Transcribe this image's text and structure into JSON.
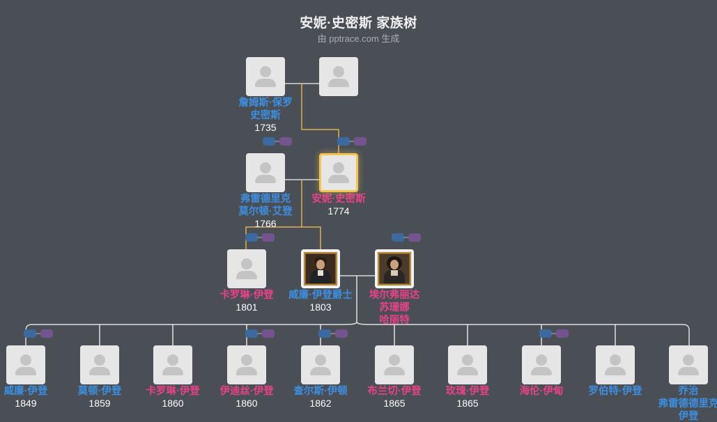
{
  "header": {
    "title": "安妮·史密斯 家族树",
    "subtitle": "由 pptrace.com 生成"
  },
  "colors": {
    "background": "#4a4e55",
    "male": "#3d8fe0",
    "female": "#e8428a",
    "link": "#e0b055",
    "child_link": "#d8d8d8",
    "selected_border": "#f3c54d"
  },
  "people": [
    {
      "id": "paternal-grandfather",
      "lines": [
        "詹姆斯·保罗",
        "史密斯"
      ],
      "year": "1735",
      "gender": "male",
      "avatar": "placeholder"
    },
    {
      "id": "paternal-grandmother",
      "lines": [],
      "year": "",
      "gender": "female",
      "avatar": "placeholder"
    },
    {
      "id": "frederick",
      "lines": [
        "弗雷德里克",
        "莫尔顿·艾登"
      ],
      "year": "1766",
      "gender": "male",
      "avatar": "placeholder"
    },
    {
      "id": "anne",
      "lines": [
        "安妮·史密斯"
      ],
      "year": "1774",
      "gender": "female",
      "avatar": "placeholder",
      "selected": true
    },
    {
      "id": "caroline-1801",
      "lines": [
        "卡罗琳·伊登"
      ],
      "year": "1801",
      "gender": "female",
      "avatar": "placeholder"
    },
    {
      "id": "william-baronet",
      "lines": [
        "威廉·伊登爵士"
      ],
      "year": "1803",
      "gender": "male",
      "avatar": "portrait-man"
    },
    {
      "id": "elfrida",
      "lines": [
        "埃尔弗丽达",
        "苏珊娜",
        "哈丽特"
      ],
      "year": "",
      "gender": "female",
      "avatar": "portrait-woman"
    },
    {
      "id": "william-1849",
      "lines": [
        "威廉·伊登"
      ],
      "year": "1849",
      "gender": "male",
      "avatar": "placeholder"
    },
    {
      "id": "morton-1859",
      "lines": [
        "莫顿·伊登"
      ],
      "year": "1859",
      "gender": "male",
      "avatar": "placeholder"
    },
    {
      "id": "caroline-1860",
      "lines": [
        "卡罗琳·伊登"
      ],
      "year": "1860",
      "gender": "female",
      "avatar": "placeholder"
    },
    {
      "id": "edith-1860",
      "lines": [
        "伊迪丝·伊登"
      ],
      "year": "1860",
      "gender": "female",
      "avatar": "placeholder"
    },
    {
      "id": "charles-1862",
      "lines": [
        "查尔斯·伊顿"
      ],
      "year": "1862",
      "gender": "male",
      "avatar": "placeholder"
    },
    {
      "id": "blanche-1865",
      "lines": [
        "布兰切·伊登"
      ],
      "year": "1865",
      "gender": "female",
      "avatar": "placeholder"
    },
    {
      "id": "rose-1865",
      "lines": [
        "玫瑰·伊登"
      ],
      "year": "1865",
      "gender": "female",
      "avatar": "placeholder"
    },
    {
      "id": "helen",
      "lines": [
        "海伦·伊甸"
      ],
      "year": "",
      "gender": "female",
      "avatar": "placeholder"
    },
    {
      "id": "robert",
      "lines": [
        "罗伯特·伊登"
      ],
      "year": "",
      "gender": "male",
      "avatar": "placeholder"
    },
    {
      "id": "george",
      "lines": [
        "乔治",
        "弗雷德德里克",
        "伊登"
      ],
      "year": "",
      "gender": "male",
      "avatar": "placeholder"
    }
  ]
}
